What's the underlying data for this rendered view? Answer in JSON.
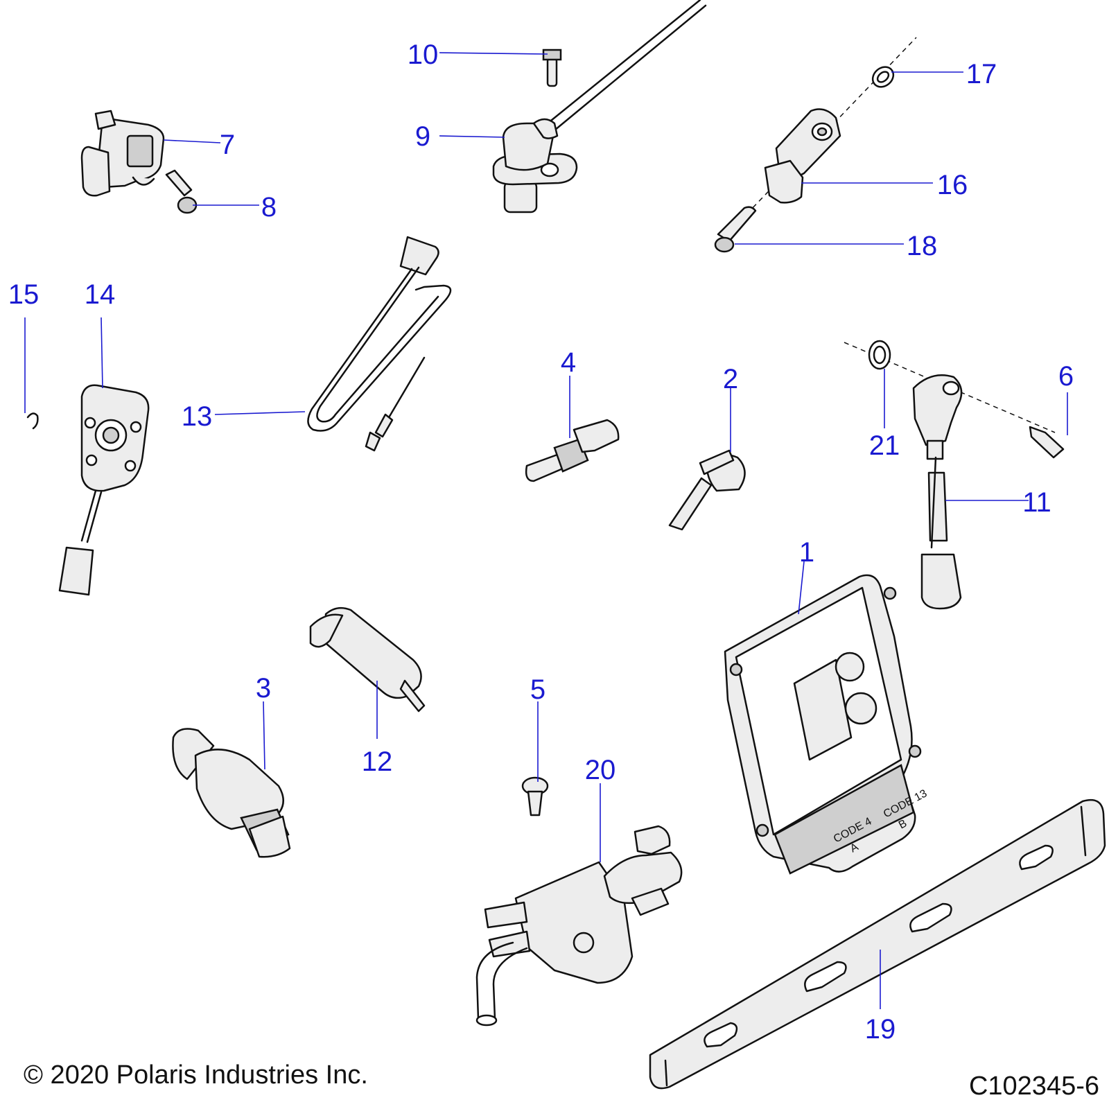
{
  "callouts": {
    "c1": "1",
    "c2": "2",
    "c3": "3",
    "c4": "4",
    "c5": "5",
    "c6": "6",
    "c7": "7",
    "c8": "8",
    "c9": "9",
    "c10": "10",
    "c11": "11",
    "c12": "12",
    "c13": "13",
    "c14": "14",
    "c15": "15",
    "c16": "16",
    "c17": "17",
    "c18": "18",
    "c19": "19",
    "c20": "20",
    "c21": "21"
  },
  "ecu_markings": {
    "code_4": "CODE 4",
    "code_4_letter": "A",
    "code_13": "CODE 13",
    "code_13_letter": "B"
  },
  "footer": {
    "copyright": "© 2020 Polaris Industries Inc.",
    "figure_id": "C102345-6"
  },
  "colors": {
    "callout": "#1a1ad0",
    "line_art": "#111111",
    "part_fill": "#ededed"
  }
}
